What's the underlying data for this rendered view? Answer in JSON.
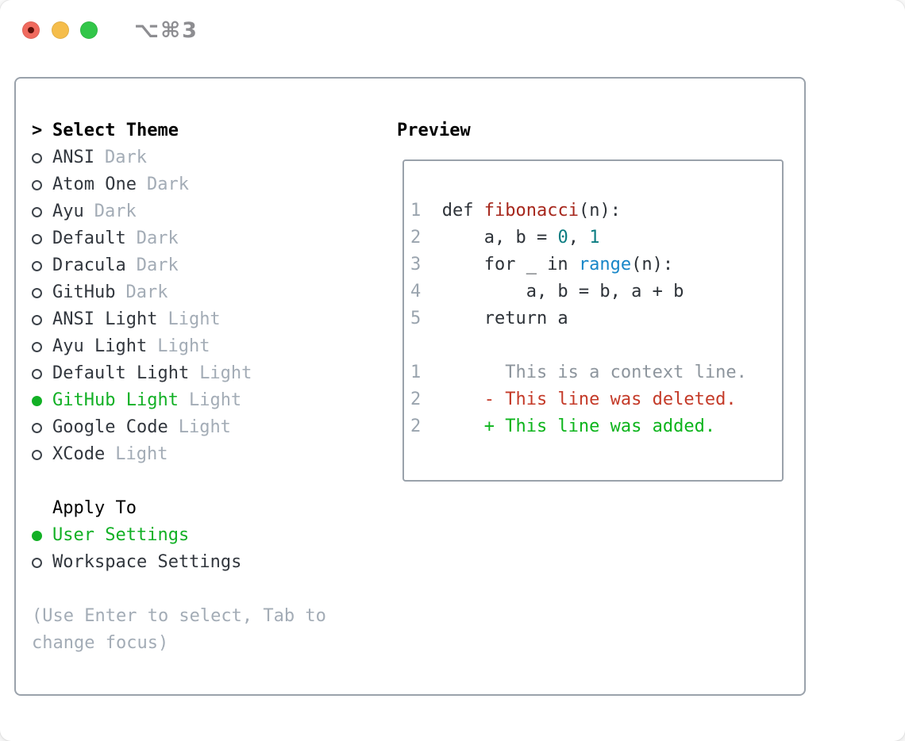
{
  "window": {
    "title": "⌥⌘3",
    "traffic_lights": [
      "close",
      "minimize",
      "zoom"
    ]
  },
  "theme_panel": {
    "header": {
      "prompt": ">",
      "label": "Select Theme"
    },
    "themes": [
      {
        "name": "ANSI",
        "variant": "Dark",
        "selected": false
      },
      {
        "name": "Atom One",
        "variant": "Dark",
        "selected": false
      },
      {
        "name": "Ayu",
        "variant": "Dark",
        "selected": false
      },
      {
        "name": "Default",
        "variant": "Dark",
        "selected": false
      },
      {
        "name": "Dracula",
        "variant": "Dark",
        "selected": false
      },
      {
        "name": "GitHub",
        "variant": "Dark",
        "selected": false
      },
      {
        "name": "ANSI Light",
        "variant": "Light",
        "selected": false
      },
      {
        "name": "Ayu Light",
        "variant": "Light",
        "selected": false
      },
      {
        "name": "Default Light",
        "variant": "Light",
        "selected": false
      },
      {
        "name": "GitHub Light",
        "variant": "Light",
        "selected": true
      },
      {
        "name": "Google Code",
        "variant": "Light",
        "selected": false
      },
      {
        "name": "XCode",
        "variant": "Light",
        "selected": false
      }
    ],
    "apply_to": {
      "label": "Apply To",
      "options": [
        {
          "name": "User Settings",
          "selected": true
        },
        {
          "name": "Workspace Settings",
          "selected": false
        }
      ]
    },
    "hint_lines": [
      "(Use Enter to select, Tab to",
      "change focus)"
    ]
  },
  "preview": {
    "label": "Preview",
    "lines": [
      [
        {
          "c": "ln",
          "t": "1"
        },
        {
          "c": "code",
          "t": "  def "
        },
        {
          "c": "fn",
          "t": "fibonacci"
        },
        {
          "c": "code",
          "t": "(n):"
        }
      ],
      [
        {
          "c": "ln",
          "t": "2"
        },
        {
          "c": "code",
          "t": "      a, b = "
        },
        {
          "c": "num",
          "t": "0"
        },
        {
          "c": "code",
          "t": ", "
        },
        {
          "c": "num",
          "t": "1"
        }
      ],
      [
        {
          "c": "ln",
          "t": "3"
        },
        {
          "c": "code",
          "t": "      for _ in "
        },
        {
          "c": "builtin",
          "t": "range"
        },
        {
          "c": "code",
          "t": "(n):"
        }
      ],
      [
        {
          "c": "ln",
          "t": "4"
        },
        {
          "c": "code",
          "t": "          a, b = b, a + b"
        }
      ],
      [
        {
          "c": "ln",
          "t": "5"
        },
        {
          "c": "code",
          "t": "      return a"
        }
      ],
      [],
      [
        {
          "c": "ln",
          "t": "1"
        },
        {
          "c": "ctx",
          "t": "        This is a context line."
        }
      ],
      [
        {
          "c": "ln",
          "t": "2"
        },
        {
          "c": "del",
          "t": "      - This line was deleted."
        }
      ],
      [
        {
          "c": "ln",
          "t": "2"
        },
        {
          "c": "add",
          "t": "      + This line was added."
        }
      ]
    ]
  },
  "colors": {
    "selection_green": "#12b025",
    "added_green": "#0db41c",
    "deleted_red": "#c43a28",
    "function_red": "#a6271c",
    "number_teal": "#0c7d82",
    "builtin_blue": "#1786c8",
    "context_gray": "#8d959d",
    "line_number_gray": "#9aa4ae",
    "muted_gray": "#a3acb6",
    "code_dark": "#2d3238",
    "item_dark": "#32373e",
    "border_gray": "#9aa2ab",
    "title_gray": "#8d8d91",
    "traffic_red": "#f06a5e",
    "traffic_yellow": "#f5bd4b",
    "traffic_green": "#32c649"
  }
}
